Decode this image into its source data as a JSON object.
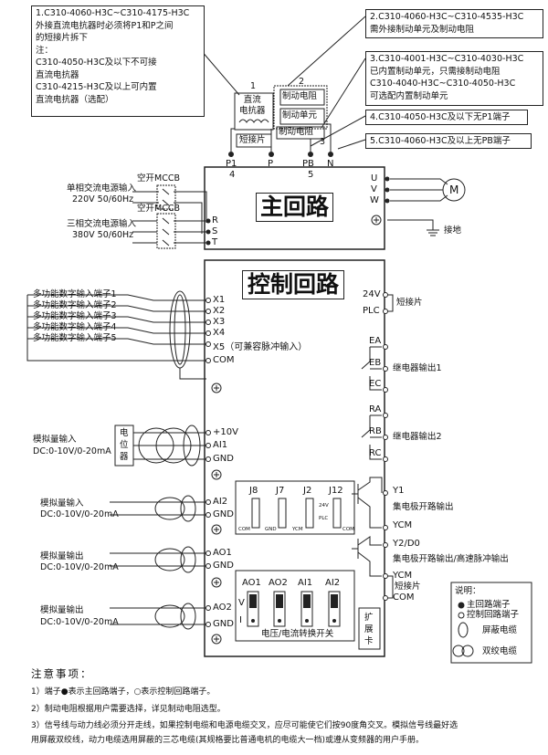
{
  "notes_left": {
    "line1": "1.C310-4060-H3C~C310-4175-H3C",
    "line2": "外接直流电抗器时必须将P1和P之间",
    "line3": "的短接片拆下",
    "line4": "注：",
    "line5": "C310-4050-H3C及以下不可接",
    "line6": "直流电抗器",
    "line7": "C310-4215-H3C及以上可内置",
    "line8": "直流电抗器（选配）"
  },
  "notes_right": {
    "n2a": "2.C310-4060-H3C~C310-4535-H3C",
    "n2b": "需外接制动单元及制动电阻",
    "n3a": "3.C310-4001-H3C~C310-4030-H3C",
    "n3b": "已内置制动单元，只需接制动电阻",
    "n3c": "C310-4040-H3C~C310-4050-H3C",
    "n3d": "可选配内置制动单元",
    "n4": "4.C310-4050-H3C及以下无P1端子",
    "n5": "5.C310-4060-H3C及以上无PB端子"
  },
  "top_components": {
    "num1": "1",
    "reactor": "直流\n电抗器",
    "jumper": "短接片",
    "num2": "2",
    "brake_resistor_top": "制动电阻",
    "brake_unit": "制动单元",
    "num3": "3",
    "brake_resistor_mid": "制动电阻"
  },
  "top_terminals": {
    "p1": "P1",
    "p1_num": "4",
    "p": "P",
    "pb": "PB",
    "pb_num": "5",
    "n": "N"
  },
  "power_input": {
    "mccb1": "空开MCCB",
    "single_phase_1": "单相交流电源输入",
    "single_phase_2": "220V 50/60Hz",
    "mccb2": "空开MCCB",
    "three_phase_1": "三相交流电源输入",
    "three_phase_2": "380V 50/60Hz",
    "r": "R",
    "s": "S",
    "t": "T"
  },
  "main_circuit": {
    "title": "主回路",
    "u": "U",
    "v": "V",
    "w": "W",
    "motor": "M",
    "ground": "接地"
  },
  "control_circuit": {
    "title": "控制回路",
    "di": [
      "多功能数字输入端子1",
      "多功能数字输入端子2",
      "多功能数字输入端子3",
      "多功能数字输入端子4",
      "多功能数字输入端子5"
    ],
    "x_terms": [
      "X1",
      "X2",
      "X3",
      "X4",
      "X5（可兼容脉冲输入）"
    ],
    "com": "COM",
    "ai1_label_1": "模拟量输入",
    "ai1_label_2": "DC:0-10V/0-20mA",
    "pot": "电\n位\n器",
    "p10v": "+10V",
    "ai1": "AI1",
    "gnd1": "GND",
    "ai2_label_1": "模拟量输入",
    "ai2_label_2": "DC:0-10V/0-20mA",
    "ai2": "AI2",
    "gnd2": "GND",
    "ao1_label_1": "模拟量输出",
    "ao1_label_2": "DC:0-10V/0-20mA",
    "ao1": "AO1",
    "gnd3": "GND",
    "ao2_label_1": "模拟量输出",
    "ao2_label_2": "DC:0-10V/0-20mA",
    "ao2": "AO2",
    "gnd4": "GND"
  },
  "right_outputs": {
    "v24": "24V",
    "plc": "PLC",
    "jumper": "短接片",
    "ea": "EA",
    "eb": "EB",
    "ec": "EC",
    "relay1": "继电器输出1",
    "ra": "RA",
    "rb": "RB",
    "rc": "RC",
    "relay2": "继电器输出2",
    "y1": "Y1",
    "oc1": "集电极开路输出",
    "ycm1": "YCM",
    "y2": "Y2/D0",
    "oc2": "集电极开路输出/高速脉冲输出",
    "ycm2": "YCM",
    "short": "短接片",
    "com": "COM"
  },
  "jumpers": {
    "headers": [
      "J8",
      "J7",
      "J2",
      "J12"
    ],
    "j2_labels": [
      "24V",
      "PLC"
    ],
    "bottom_labels": [
      "COM",
      "GND",
      "YCM",
      "COM"
    ],
    "switch_headers": [
      "AO1",
      "AO2",
      "AI1",
      "AI2"
    ],
    "v": "V",
    "i": "I",
    "switch_caption": "电压/电流转换开关",
    "expansion": "扩\n展\n卡"
  },
  "legend": {
    "title": "说明：",
    "main_term": "主回路端子",
    "ctrl_term": "控制回路端子",
    "shield": "屏蔽电缆",
    "twisted": "双绞电缆"
  },
  "notes": {
    "title": "注意事项：",
    "n1": "1）端子●表示主回路端子，○表示控制回路端子。",
    "n2": "2）制动电阻根据用户需要选择，详见制动电阻选型。",
    "n3a": "3）信号线与动力线必须分开走线，如果控制电缆和电源电缆交叉，应尽可能使它们按90度角交叉。模拟信号线最好选",
    "n3b": "用屏蔽双绞线，动力电缆选用屏蔽的三芯电缆(其规格要比普通电机的电缆大一档)或遵从变频器的用户手册。"
  }
}
